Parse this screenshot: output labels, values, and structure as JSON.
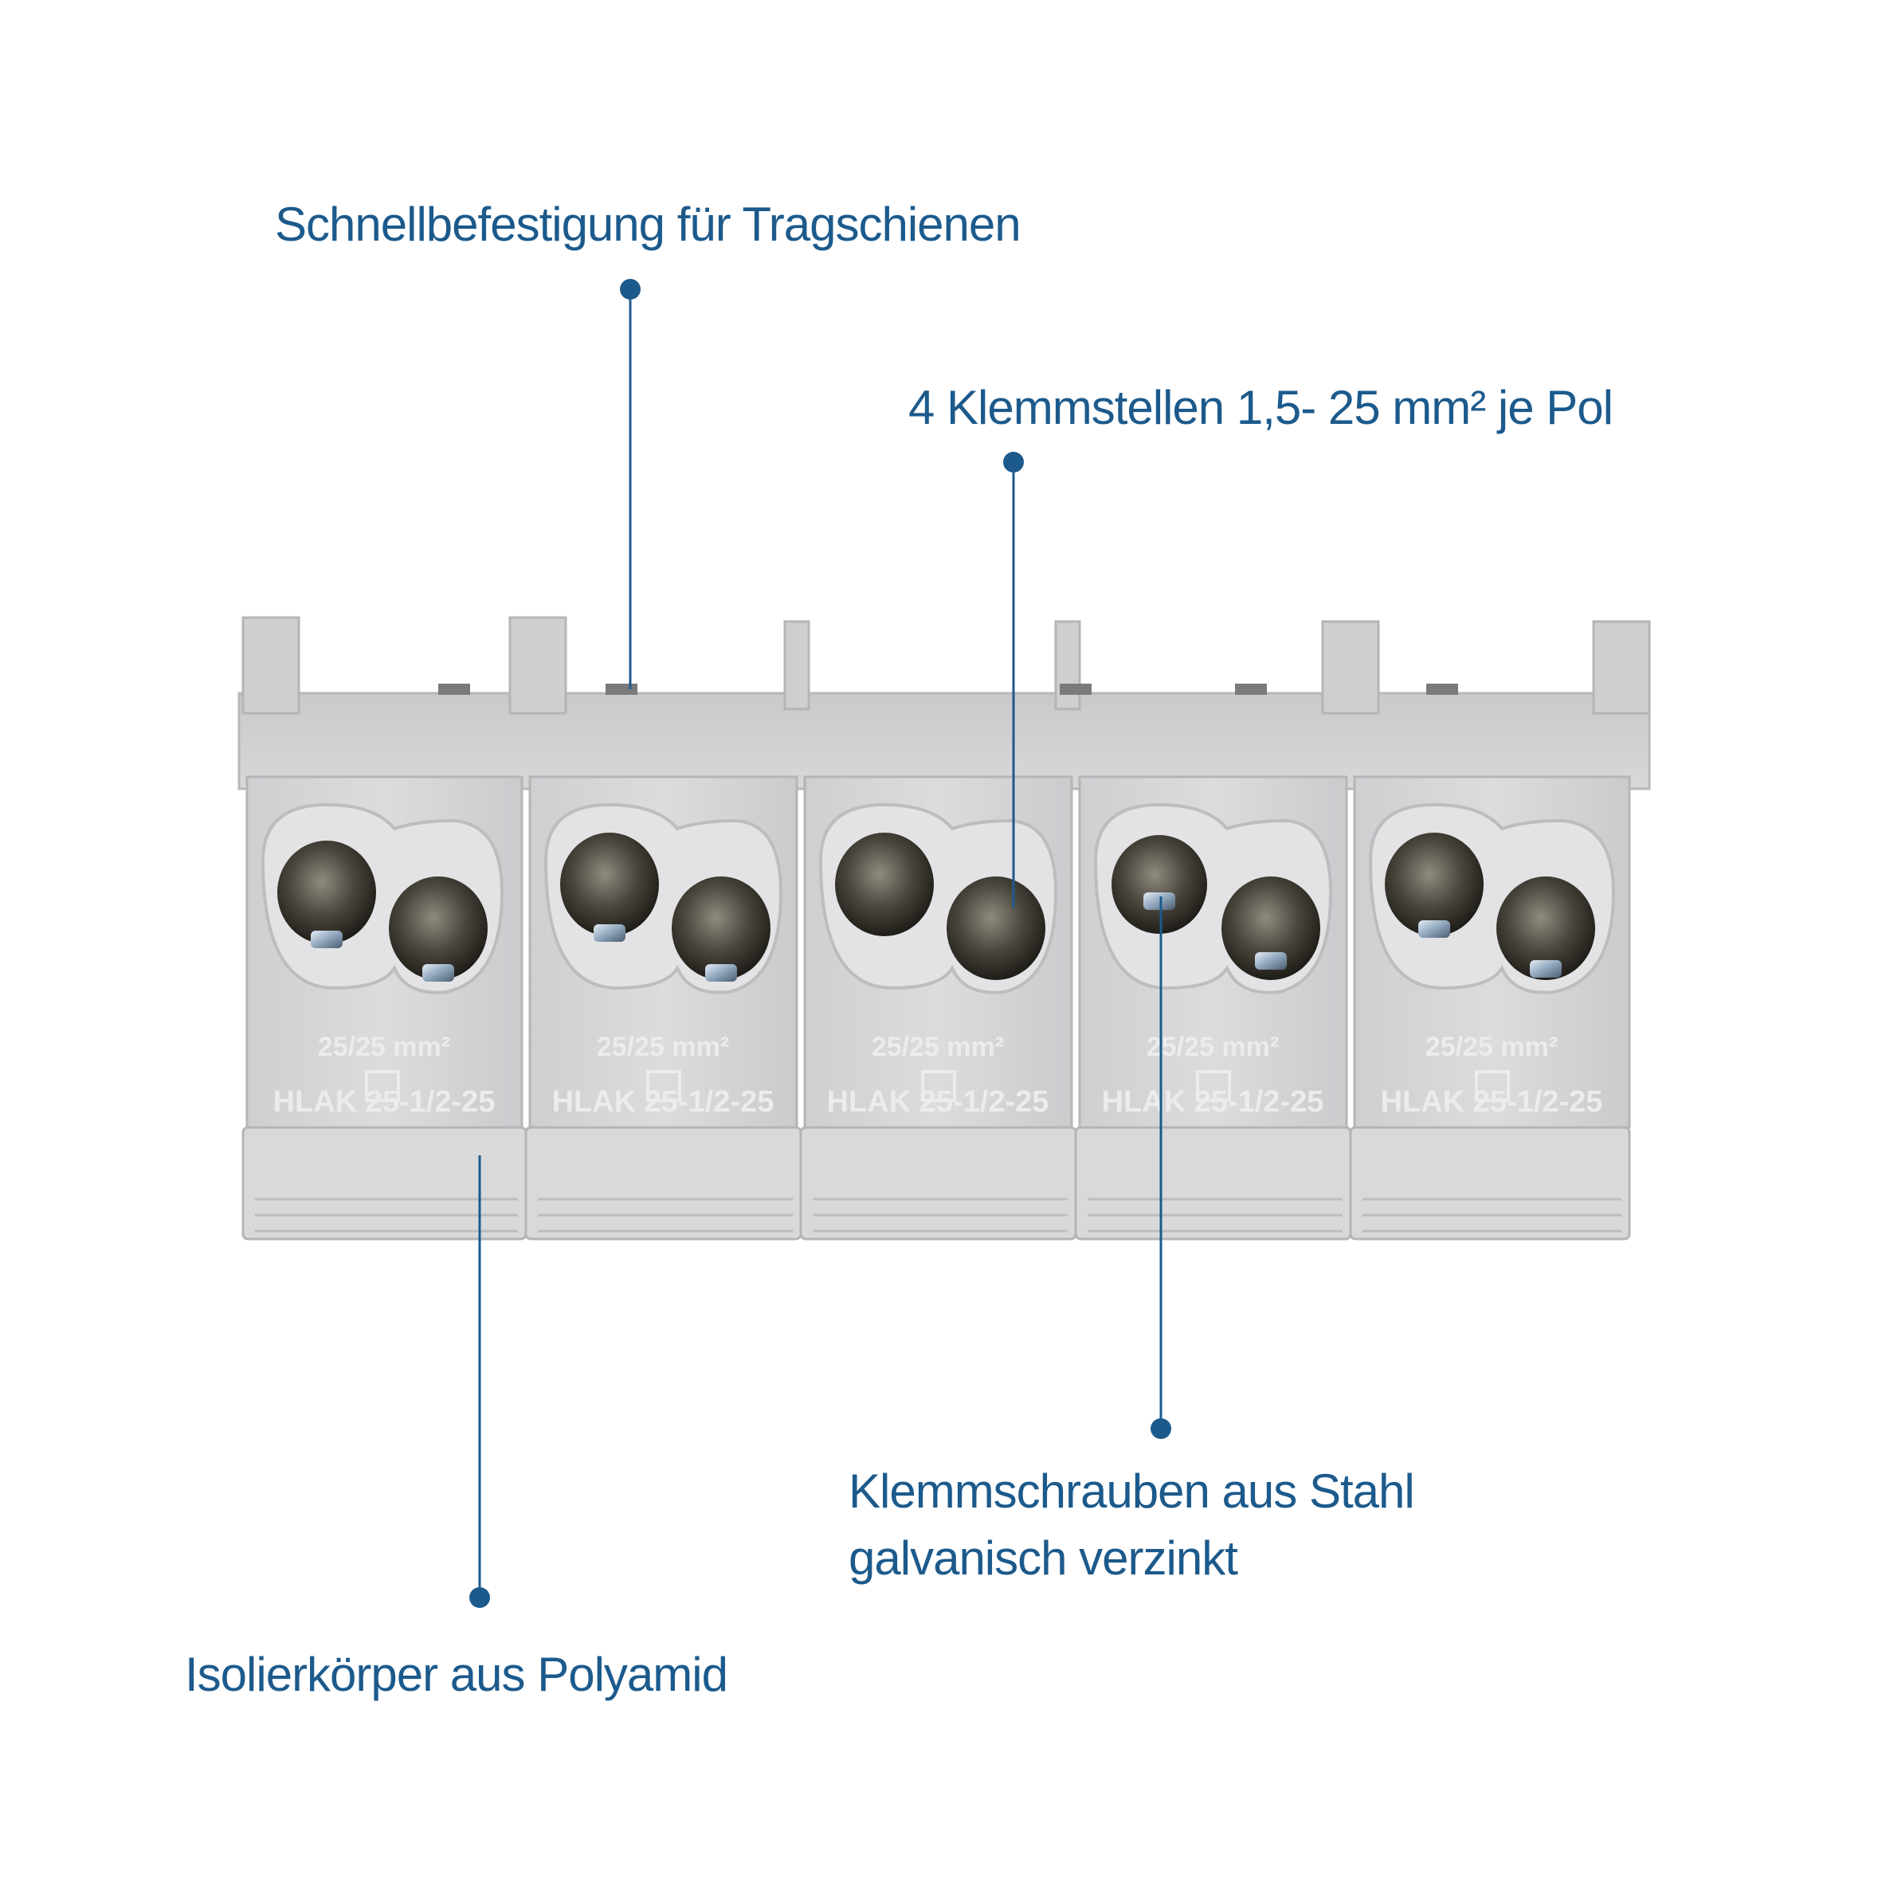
{
  "callouts": {
    "rail_mount": "Schnellbefestigung für Tragschienen",
    "clamp_points": "4 Klemmstellen 1,5-  25 mm² je Pol",
    "screws_line1": "Klemmschrauben aus Stahl",
    "screws_line2": "galvanisch verzinkt",
    "insulator": "Isolierkörper aus Polyamid"
  },
  "terminal": {
    "rating": "25/25 mm²",
    "model": "HLAK 25-1/2-25",
    "count": 5
  },
  "colors": {
    "callout_text": "#1c5a8c",
    "callout_line": "#1c5a8c",
    "plastic": "#d6d6d8",
    "plastic_shadow": "#b9b9bc",
    "background": "#ffffff"
  },
  "icons": {
    "logo": "pe-logo-icon",
    "marker": "callout-dot-icon"
  }
}
